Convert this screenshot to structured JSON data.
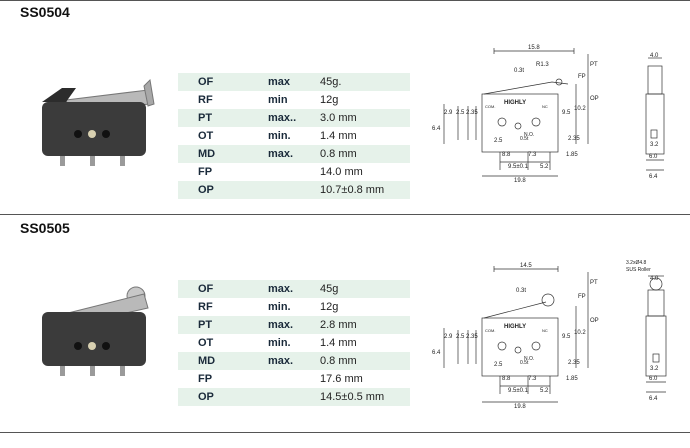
{
  "sections": [
    {
      "model": "SS0504",
      "specs": [
        {
          "key": "OF",
          "qual": "max",
          "value": "45g."
        },
        {
          "key": "RF",
          "qual": "min",
          "value": "12g"
        },
        {
          "key": "PT",
          "qual": "max..",
          "value": "3.0 mm"
        },
        {
          "key": "OT",
          "qual": "min.",
          "value": "1.4 mm"
        },
        {
          "key": "MD",
          "qual": "max.",
          "value": "0.8 mm"
        },
        {
          "key": "FP",
          "qual": "",
          "value": "14.0 mm"
        },
        {
          "key": "OP",
          "qual": "",
          "value": "10.7±0.8 mm"
        }
      ],
      "drawing": {
        "top_width": "15.8",
        "radius": "R1.3",
        "lever_t": "0.3t",
        "pt_label": "PT",
        "op_label": "OP",
        "fp_label": "FP",
        "brand": "HIGHLY",
        "com": "COM.",
        "nc": "NC",
        "no": "N.O.",
        "d29": "2.9",
        "d25a": "2.5",
        "d235a": "2.35",
        "d64": "6.4",
        "d95": "9.5",
        "d102": "10.2",
        "d235b": "2.35",
        "d25b": "2.5",
        "d05t": "0.5t",
        "d88": "8.8",
        "d73": "7.3",
        "d185": "1.85",
        "d95p": "9.5±0.1",
        "d52": "5.2",
        "d198": "19.8",
        "side_top": "4.0",
        "side_mid": "3.2",
        "side_w1": "6.0",
        "side_w2": "6.4"
      }
    },
    {
      "model": "SS0505",
      "specs": [
        {
          "key": "OF",
          "qual": "max.",
          "value": "45g"
        },
        {
          "key": "RF",
          "qual": "min.",
          "value": "12g"
        },
        {
          "key": "PT",
          "qual": "max.",
          "value": "2.8 mm"
        },
        {
          "key": "OT",
          "qual": "min.",
          "value": "1.4 mm"
        },
        {
          "key": "MD",
          "qual": "max.",
          "value": "0.8 mm"
        },
        {
          "key": "FP",
          "qual": "",
          "value": "17.6 mm"
        },
        {
          "key": "OP",
          "qual": "",
          "value": "14.5±0.5 mm"
        }
      ],
      "drawing": {
        "top_width": "14.5",
        "radius": "",
        "lever_t": "0.3t",
        "pt_label": "PT",
        "op_label": "OP",
        "fp_label": "FP",
        "brand": "HIGHLY",
        "com": "COM.",
        "nc": "NC",
        "no": "N.O.",
        "d29": "2.9",
        "d25a": "2.5",
        "d235a": "2.35",
        "d64": "6.4",
        "d95": "9.5",
        "d102": "10.2",
        "d235b": "2.35",
        "d25b": "2.5",
        "d05t": "0.5t",
        "d88": "8.8",
        "d73": "7.3",
        "d185": "1.85",
        "d95p": "9.5±0.1",
        "d52": "5.2",
        "d198": "19.8",
        "side_top": "4.0",
        "side_mid": "3.2",
        "side_w1": "6.0",
        "side_w2": "6.4",
        "roller": "3.2xØ4.8",
        "roller2": "SUS Roller"
      }
    }
  ]
}
